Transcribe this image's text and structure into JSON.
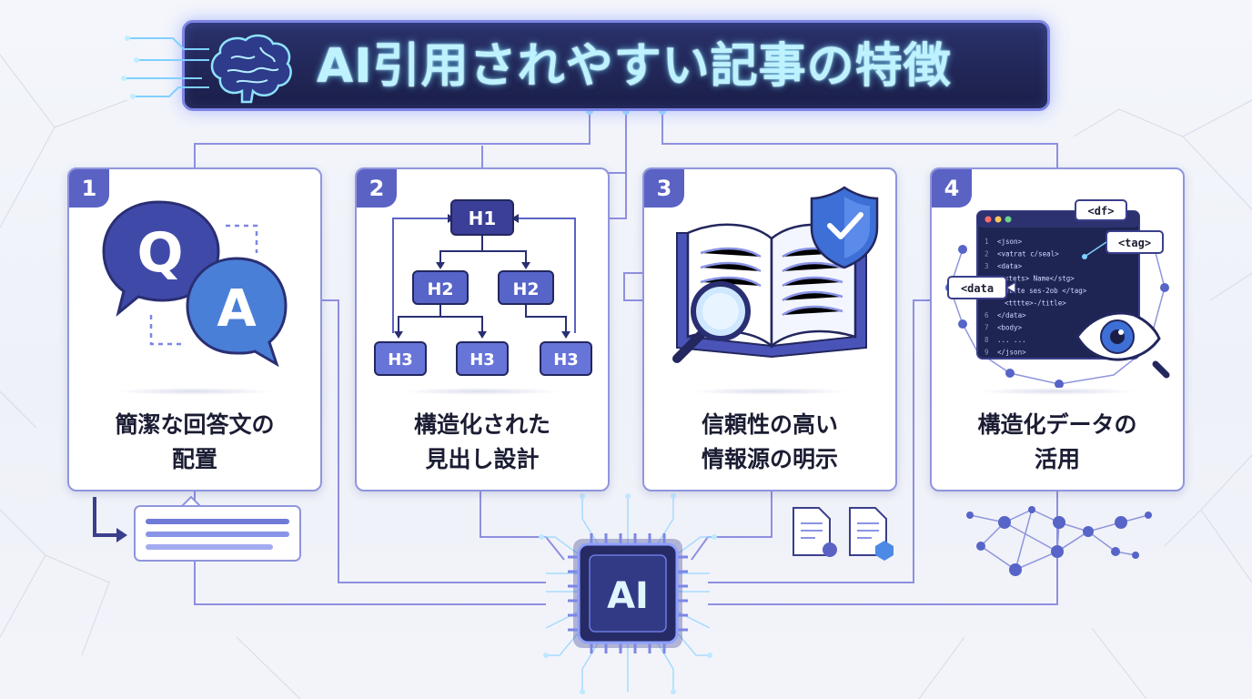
{
  "title": "AI引用されやすい記事の特徴",
  "colors": {
    "accent": "#5a62c4",
    "title_text": "#bff2ff",
    "title_bg": "#1f2454",
    "card_border": "#8f96dc",
    "node_blue": "#5764c8"
  },
  "cards": [
    {
      "number": "1",
      "line1": "簡潔な回答文の",
      "line2": "配置",
      "icon": "qa-speech-bubbles-icon",
      "q_letter": "Q",
      "a_letter": "A"
    },
    {
      "number": "2",
      "line1": "構造化された",
      "line2": "見出し設計",
      "icon": "heading-hierarchy-icon",
      "h1": "H1",
      "h2": "H2",
      "h3": "H3"
    },
    {
      "number": "3",
      "line1": "信頼性の高い",
      "line2": "情報源の明示",
      "icon": "book-magnifier-shield-icon"
    },
    {
      "number": "4",
      "line1": "構造化データの",
      "line2": "活用",
      "icon": "code-window-eye-icon",
      "tags": {
        "df": "<df>",
        "tag": "<tag>",
        "data": "<data"
      },
      "code_lines": [
        {
          "n": "1",
          "t": "<json>"
        },
        {
          "n": "2",
          "t": "<vatrat c/seal>"
        },
        {
          "n": "3",
          "t": "<data>"
        },
        {
          "n": "",
          "t": "<tets> Name</stg>"
        },
        {
          "n": "",
          "t": "<ttte ses-2ob </tag>"
        },
        {
          "n": "",
          "t": "<tttte>-/title>"
        },
        {
          "n": "6",
          "t": "</data>"
        },
        {
          "n": "7",
          "t": "<body>"
        },
        {
          "n": "8",
          "t": "... ..."
        },
        {
          "n": "9",
          "t": "</json>"
        }
      ]
    }
  ],
  "chip_label": "AI"
}
